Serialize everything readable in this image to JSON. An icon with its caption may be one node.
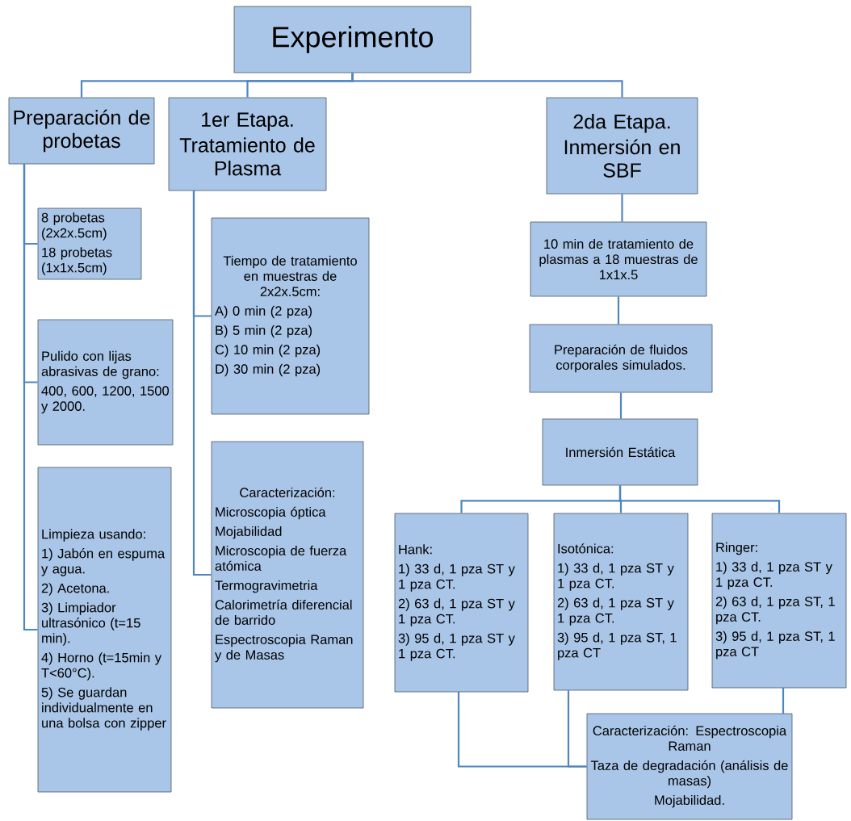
{
  "diagram": {
    "nodes": [
      {
        "text": [
          "Experimento"
        ]
      },
      {
        "text": [
          "Preparación de probetas"
        ]
      },
      {
        "text": [
          "1er Etapa.",
          "Tratamiento de Plasma"
        ]
      },
      {
        "text": [
          "2da Etapa.",
          "Inmersión en SBF"
        ]
      },
      {
        "text": [
          "8 probetas (2x2x.5cm)",
          "18 probetas (1x1x.5cm)"
        ]
      },
      {
        "text": [
          "Pulido con lijas abrasivas de grano:",
          "400, 600, 1200, 1500 y 2000."
        ]
      },
      {
        "text": [
          "Limpieza usando:",
          "1) Jabón en espuma y agua.",
          "2) Acetona.",
          "3) Limpiador ultrasónico (t=15 min).",
          "4) Horno (t=15min y T<60°C).",
          "5) Se guardan individualmente en una bolsa con zipper"
        ]
      },
      {
        "text": [
          "Tiempo de tratamiento en muestras de 2x2x.5cm:",
          "A) 0 min (2 pza)",
          "B) 5 min (2 pza)",
          "C) 10 min (2 pza)",
          "D) 30 min (2 pza)"
        ]
      },
      {
        "text": [
          "Caracterización:",
          "Microscopia óptica",
          "Mojabilidad",
          "Microscopia de fuerza atómica",
          "Termogravimetria",
          "Calorimetría diferencial de barrido",
          "Espectroscopia Raman y de Masas"
        ]
      },
      {
        "text": [
          "10 min de tratamiento de plasmas a 18 muestras de 1x1x.5"
        ]
      },
      {
        "text": [
          "Preparación de fluidos corporales simulados."
        ]
      },
      {
        "text": [
          "Inmersión Estática"
        ]
      },
      {
        "text": [
          "Hank:",
          "1) 33 d, 1 pza ST y 1 pza CT.",
          "2) 63 d, 1 pza ST y 1 pza CT.",
          "3) 95 d, 1 pza ST y 1 pza CT."
        ]
      },
      {
        "text": [
          "Isotónica:",
          "1) 33 d, 1 pza ST y 1 pza CT.",
          "2) 63 d, 1 pza ST y 1 pza CT.",
          "3) 95 d, 1 pza ST, 1 pza CT"
        ]
      },
      {
        "text": [
          "Ringer:",
          "1) 33 d, 1 pza ST y 1 pza CT.",
          "2) 63 d, 1 pza ST, 1 pza CT.",
          "3) 95 d, 1 pza ST, 1 pza CT"
        ]
      },
      {
        "text": [
          "Caracterización: Espectroscopia Raman",
          "Taza de degradación (análisis de masas)",
          "Mojabilidad."
        ]
      }
    ],
    "edges": [
      {
        "from": 0,
        "to": 1,
        "arrow": "none"
      },
      {
        "from": 0,
        "to": 2,
        "arrow": "none"
      },
      {
        "from": 0,
        "to": 3,
        "arrow": "none"
      },
      {
        "from": 1,
        "to": 4,
        "arrow": "none"
      },
      {
        "from": 1,
        "to": 5,
        "arrow": "none"
      },
      {
        "from": 1,
        "to": 6,
        "arrow": "none"
      },
      {
        "from": 2,
        "to": 7,
        "arrow": "none"
      },
      {
        "from": 2,
        "to": 8,
        "arrow": "none"
      },
      {
        "from": 3,
        "to": 9,
        "arrow": "none"
      },
      {
        "from": 9,
        "to": 10,
        "arrow": "none"
      },
      {
        "from": 10,
        "to": 11,
        "arrow": "none"
      },
      {
        "from": 11,
        "to": 12,
        "arrow": "none"
      },
      {
        "from": 11,
        "to": 13,
        "arrow": "none"
      },
      {
        "from": 11,
        "to": 14,
        "arrow": "none"
      },
      {
        "from": 12,
        "to": 15,
        "arrow": "none"
      },
      {
        "from": 13,
        "to": 15,
        "arrow": "none"
      },
      {
        "from": 14,
        "to": 15,
        "arrow": "none"
      }
    ]
  }
}
